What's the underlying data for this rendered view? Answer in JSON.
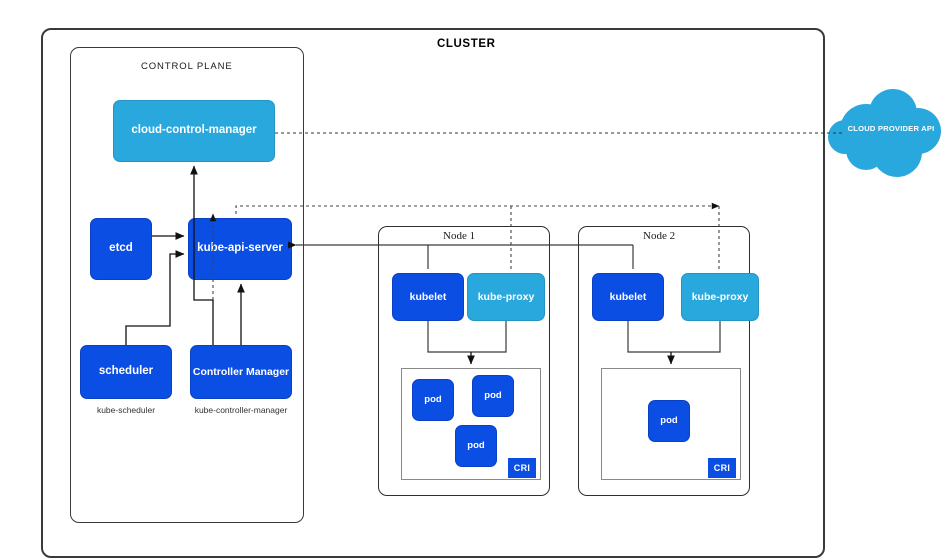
{
  "diagram": {
    "title": "CLUSTER",
    "type": "kubernetes-architecture"
  },
  "control_plane": {
    "title": "CONTROL PLANE",
    "components": [
      {
        "id": "cloud-control-manager",
        "label": "cloud-control-manager",
        "color": "#29a8dd",
        "caption": ""
      },
      {
        "id": "etcd",
        "label": "etcd",
        "color": "#0b4ee4",
        "caption": ""
      },
      {
        "id": "kube-api-server",
        "label": "kube-api-server",
        "color": "#0b4ee4",
        "caption": ""
      },
      {
        "id": "scheduler",
        "label": "scheduler",
        "color": "#0b4ee4",
        "caption": "kube-scheduler"
      },
      {
        "id": "controller-manager",
        "label": "Controller Manager",
        "color": "#0b4ee4",
        "caption": "kube-controller-manager"
      }
    ]
  },
  "nodes": [
    {
      "id": "node-1",
      "title": "Node 1",
      "kubelet": "kubelet",
      "kube_proxy": "kube-proxy",
      "runtime_badge": "CRI",
      "pods": [
        {
          "label": "pod"
        },
        {
          "label": "pod"
        },
        {
          "label": "pod"
        }
      ]
    },
    {
      "id": "node-2",
      "title": "Node 2",
      "kubelet": "kubelet",
      "kube_proxy": "kube-proxy",
      "runtime_badge": "CRI",
      "pods": [
        {
          "label": "pod"
        }
      ]
    }
  ],
  "cloud": {
    "label": "CLOUD PROVIDER API",
    "color": "#29a8dd"
  },
  "colors": {
    "blue_dark": "#0b4ee4",
    "blue_light": "#29a8dd",
    "frame": "#3a3a3a",
    "wire": "#1a1a1a",
    "background": "#ffffff"
  }
}
